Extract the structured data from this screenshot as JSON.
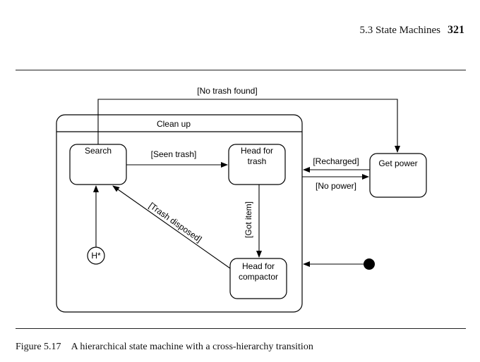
{
  "header": {
    "section": "5.3  State Machines",
    "page_number": "321"
  },
  "diagram": {
    "superstate_label": "Clean up",
    "states": {
      "search": "Search",
      "head_for_trash": [
        "Head for",
        "trash"
      ],
      "head_for_compactor": [
        "Head for",
        "compactor"
      ],
      "get_power": "Get power",
      "history": "H*"
    },
    "transitions": {
      "no_trash_found": "[No trash found]",
      "seen_trash": "[Seen trash]",
      "recharged": "[Recharged]",
      "no_power": "[No power]",
      "got_item": "[Got item]",
      "trash_disposed": "[Trash disposed]"
    }
  },
  "caption": {
    "figure": "Figure 5.17",
    "text": "A hierarchical state machine with a cross-hierarchy transition"
  }
}
